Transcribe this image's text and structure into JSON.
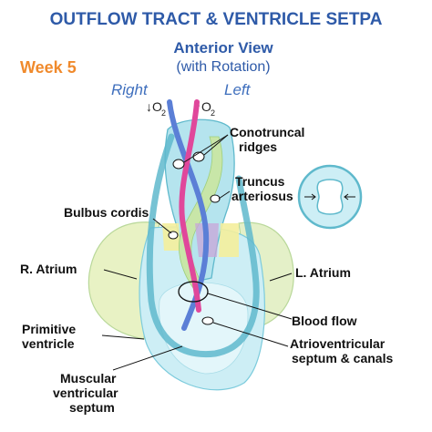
{
  "title": "OUTFLOW TRACT & VENTRICLE SETPA",
  "subtitle": "Anterior View",
  "subtitle2": "(with Rotation)",
  "week": "Week 5",
  "direction_right": "Right",
  "direction_left": "Left",
  "o2_left": "↓O",
  "o2_right": "↑O",
  "o2_subscript": "2",
  "labels": {
    "conotruncal_1": "Conotruncal",
    "conotruncal_2": "ridges",
    "truncus_1": "Truncus",
    "truncus_2": "arteriosus",
    "bulbus": "Bulbus cordis",
    "r_atrium": "R. Atrium",
    "l_atrium": "L. Atrium",
    "blood_flow": "Blood flow",
    "primitive_1": "Primitive",
    "primitive_2": "ventricle",
    "av_1": "Atrioventricular",
    "av_2": "septum & canals",
    "muscular_1": "Muscular",
    "muscular_2": "ventricular",
    "muscular_3": "septum"
  },
  "colors": {
    "title": "#2e5aa8",
    "week": "#f08a2c",
    "atrium": "#e8f2c4",
    "ventricle": "#cdeef5",
    "outflow": "#6cc3d6",
    "blue_stream": "#5b7fd6",
    "pink_stream": "#e0479b",
    "yellow_band": "#f4ee9c",
    "green_band": "#c8e6a8"
  }
}
